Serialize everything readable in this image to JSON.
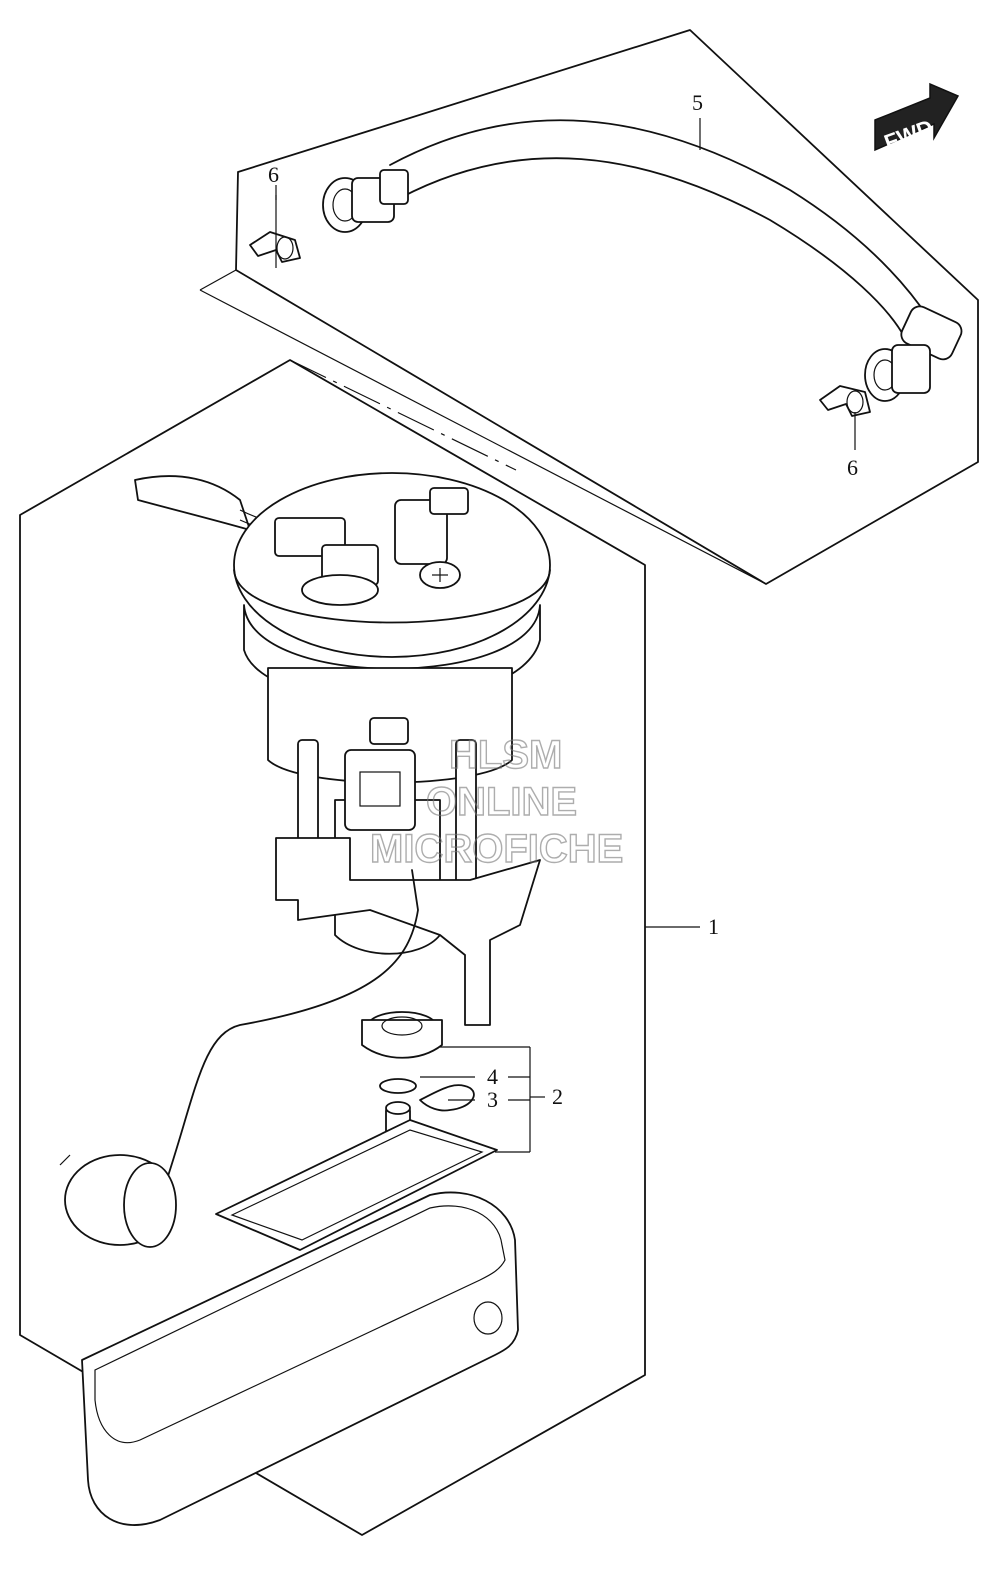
{
  "diagram": {
    "callouts": {
      "c1": "1",
      "c2": "2",
      "c3": "3",
      "c4": "4",
      "c5": "5",
      "c6a": "6",
      "c6b": "6"
    },
    "fwd_badge": "FWD",
    "watermark": {
      "line1": "HLSM",
      "line2": "ONLINE",
      "line3": "MICROFICHE"
    },
    "colors": {
      "line": "#111111",
      "background": "#ffffff",
      "watermark": "#777777"
    }
  }
}
